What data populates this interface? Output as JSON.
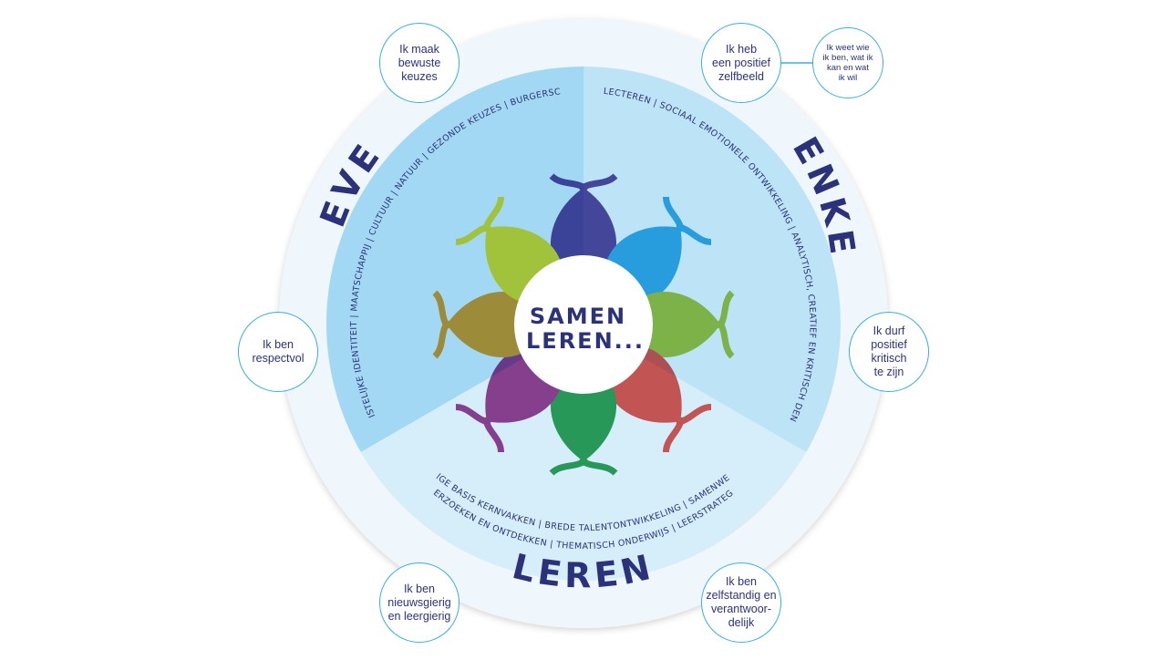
{
  "colors": {
    "navy": "#2c3279",
    "outer_ring": "#f0f7fc",
    "leven_segment": "#a3d8f5",
    "denken_segment": "#bde3f7",
    "leren_segment": "#d5eefa",
    "bubble_border": "#39aee0"
  },
  "center": {
    "line1": "SAMEN",
    "line2": "LEREN..."
  },
  "sections": {
    "leven": {
      "title": "LEVEN",
      "topics": "CHRISTELIJKE IDENTITEIT | MAATSCHAPPIJ | CULTUUR | NATUUR | GEZONDE KEUZES | BURGERSCHAP"
    },
    "denken": {
      "title": "DENKEN",
      "topics": "REFLECTEREN | SOCIAAL EMOTIONELE ONTWIKKELING | ANALYTISCH, CREATIEF EN KRITISCH DENKEN"
    },
    "leren": {
      "title": "LEREN",
      "topics_line1": "STEVIGE BASIS KERNVAKKEN | BREDE TALENTONTWIKKELING | SAMENWERKEN",
      "topics_line2": "ONDERZOEKEN EN ONTDEKKEN | THEMATISCH ONDERWIJS | LEERSTRATEGIEËN"
    }
  },
  "bubbles": {
    "keuzes": "Ik maak\nbewuste\nkeuzes",
    "zelfbeeld": "Ik heb\neen positief\nzelfbeeld",
    "weet": "Ik weet wie\nik ben, wat ik\nkan en wat\nik wil",
    "respectvol": "Ik ben\nrespectvol",
    "kritisch": "Ik durf\npositief\nkritisch\nte zijn",
    "nieuwsgierig": "Ik ben\nnieuwsgierig\nen leergierig",
    "zelfstandig": "Ik ben\nzelfstandig en\nverantwoor-\ndelijk"
  },
  "fish": [
    {
      "name": "purple",
      "color": "#5b4f9e"
    },
    {
      "name": "blue",
      "color": "#35b0e5"
    },
    {
      "name": "lime",
      "color": "#a7c84a"
    },
    {
      "name": "red",
      "color": "#ea5a55"
    },
    {
      "name": "green",
      "color": "#2ea35a"
    },
    {
      "name": "magenta",
      "color": "#a1438f"
    },
    {
      "name": "orange",
      "color": "#f4a43a"
    },
    {
      "name": "yellow",
      "color": "#fce73e"
    }
  ]
}
